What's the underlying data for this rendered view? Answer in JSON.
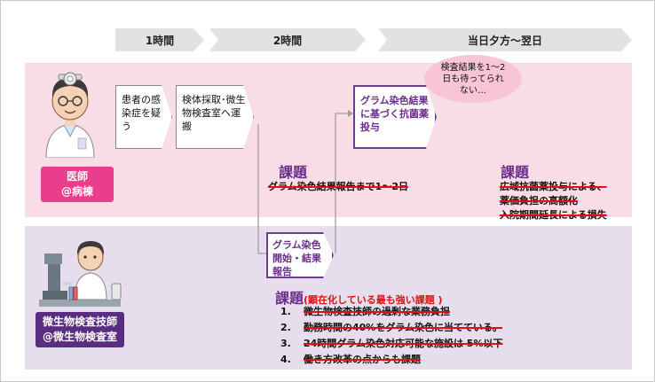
{
  "timeline": [
    "1時間",
    "2時間",
    "当日夕方〜翌日"
  ],
  "doctor": {
    "role_line1": "医師",
    "role_line2": "@病棟",
    "step1": "患者の感染症を疑う",
    "step2": "検体採取･微生物検査室へ運搬",
    "step3": "グラム染色結果に基づく抗菌薬投与",
    "bubble": "検査結果を1〜2日も待ってられない…",
    "issue1_title": "課題",
    "issue1_text": "グラム染色結果報告まで1〜2日",
    "issue2_title": "課題",
    "issue2_lines": [
      "広域抗菌薬投与による、",
      "薬価負担の高額化",
      "入院期間延長による損失"
    ]
  },
  "micro": {
    "role_line1": "微生物検査技師",
    "role_line2": "@微生物検査室",
    "step": "グラム染色開始・結果報告",
    "issue_title": "課題",
    "issue_note": "(顕在化している最も強い課題 )",
    "issues": [
      {
        "num": "1.",
        "text": "微生物検査技師の過剰な業務負担"
      },
      {
        "num": "2.",
        "text": "勤務時間の40%をグラム染色に当てている。"
      },
      {
        "num": "3.",
        "text": "24時間グラム染色対応可能な施設は 5%以下"
      },
      {
        "num": "4.",
        "text": "働き方改革の点からも課題"
      }
    ]
  },
  "colors": {
    "doctor_band": "#f9dde6",
    "micro_band": "#e6deec",
    "doctor_role": "#e83e8c",
    "micro_role": "#5b2d82",
    "accent_purple": "#6b2d8c",
    "strike_red": "#e01010"
  }
}
